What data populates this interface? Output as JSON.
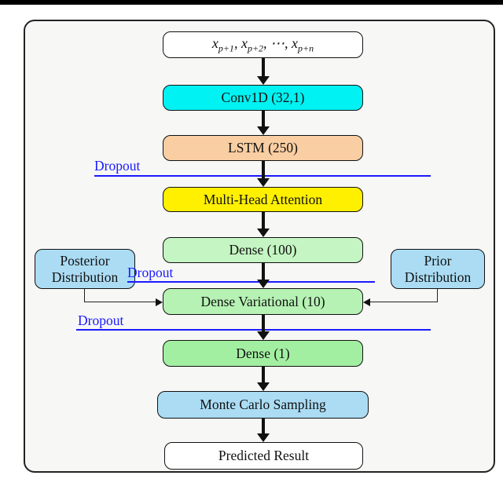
{
  "figure": {
    "type": "flowchart",
    "description": "Neural network architecture diagram",
    "top_rule_color": "#000000",
    "frame_background": "#f7f7f6",
    "arrow_color": "#111111"
  },
  "input_box": {
    "terms": [
      {
        "base": "x",
        "sub": "p+1"
      },
      {
        "base": "x",
        "sub": "p+2"
      },
      {
        "base": "x",
        "sub": "p+n"
      }
    ],
    "sep": ", ",
    "ellipsis": "⋯",
    "color": "#ffffff"
  },
  "layers": {
    "conv1d": {
      "label": "Conv1D (32,1)",
      "color": "#00F2F2"
    },
    "lstm": {
      "label": "LSTM (250)",
      "color": "#F9CEA2"
    },
    "mha": {
      "label": "Multi-Head Attention",
      "color": "#FFF000"
    },
    "dense100": {
      "label": "Dense (100)",
      "color": "#C4F5C2"
    },
    "dense_var": {
      "label": "Dense Variational (10)",
      "color": "#B6F2B4"
    },
    "dense1": {
      "label": "Dense (1)",
      "color": "#A3EFA1"
    },
    "monte_carlo": {
      "label": "Monte Carlo Sampling",
      "color": "#ABDCF4"
    },
    "predicted": {
      "label": "Predicted Result",
      "color": "#FFFFFF"
    }
  },
  "side_boxes": {
    "posterior": {
      "line1": "Posterior",
      "line2": "Distribution",
      "color": "#ABDCF4"
    },
    "prior": {
      "line1": "Prior",
      "line2": "Distribution",
      "color": "#ABDCF4"
    }
  },
  "dropout": {
    "label": "Dropout",
    "color": "#1A1AFF"
  }
}
